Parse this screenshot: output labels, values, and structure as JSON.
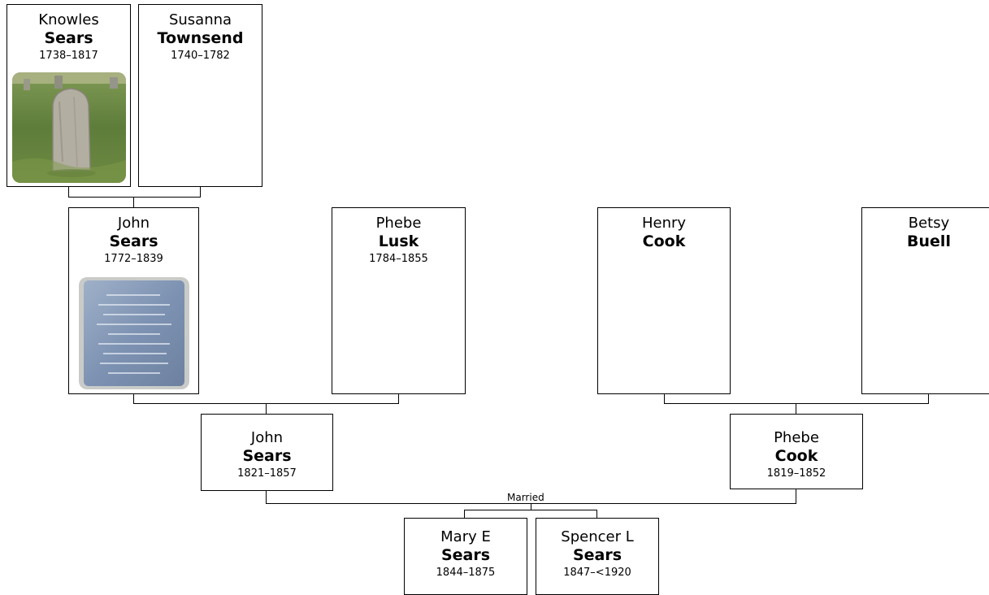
{
  "people": {
    "knowles_sears": {
      "given": "Knowles",
      "surname": "Sears",
      "years": "1738–1817"
    },
    "susanna_townsend": {
      "given": "Susanna",
      "surname": "Townsend",
      "years": "1740–1782"
    },
    "john_sears_1772": {
      "given": "John",
      "surname": "Sears",
      "years": "1772–1839"
    },
    "phebe_lusk": {
      "given": "Phebe",
      "surname": "Lusk",
      "years": "1784–1855"
    },
    "henry_cook": {
      "given": "Henry",
      "surname": "Cook",
      "years": ""
    },
    "betsy_buell": {
      "given": "Betsy",
      "surname": "Buell",
      "years": ""
    },
    "john_sears_1821": {
      "given": "John",
      "surname": "Sears",
      "years": "1821–1857"
    },
    "phebe_cook": {
      "given": "Phebe",
      "surname": "Cook",
      "years": "1819–1852"
    },
    "mary_e_sears": {
      "given": "Mary E",
      "surname": "Sears",
      "years": "1844–1875"
    },
    "spencer_l_sears": {
      "given": "Spencer L",
      "surname": "Sears",
      "years": "1847–<1920"
    }
  },
  "relations": {
    "married_label": "Married"
  }
}
